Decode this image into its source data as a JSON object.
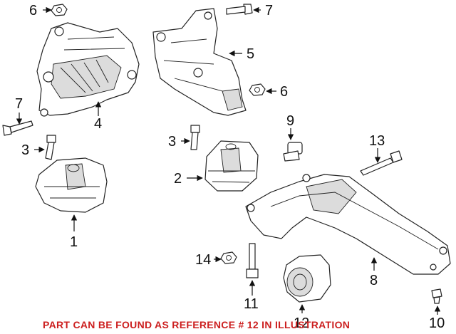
{
  "diagram": {
    "callouts": {
      "c1": "1",
      "c2": "2",
      "c3a": "3",
      "c3b": "3",
      "c4": "4",
      "c5": "5",
      "c6a": "6",
      "c6b": "6",
      "c7a": "7",
      "c7b": "7",
      "c8": "8",
      "c9": "9",
      "c10": "10",
      "c11": "11",
      "c12": "12",
      "c13": "13",
      "c14": "14"
    },
    "caption": "PART CAN BE FOUND AS REFERENCE # 12 IN ILLUSTRATION",
    "caption_color": "#cc1f1f",
    "line_color": "#111111"
  }
}
